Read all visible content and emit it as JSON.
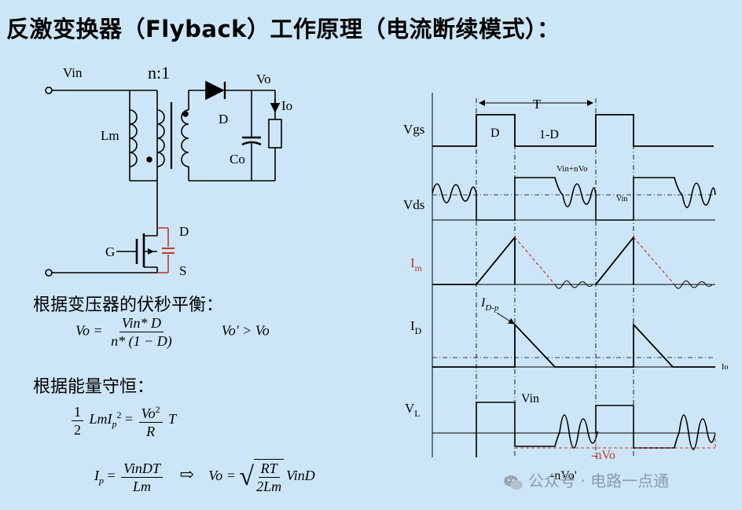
{
  "title": "反激变换器（Flyback）工作原理（电流断续模式）：",
  "circuit": {
    "vin": "Vin",
    "ratio": "n:1",
    "vo": "Vo",
    "io": "Io",
    "diode": "D",
    "lm": "Lm",
    "co": "Co",
    "gate": "G",
    "drain": "D",
    "source": "S"
  },
  "volt_second": {
    "heading": "根据变压器的伏秒平衡：",
    "lhs": "Vo =",
    "num": "Vin* D",
    "den": "n* (1 − D)",
    "rel": "Vo' > Vo"
  },
  "energy": {
    "heading": "根据能量守恒：",
    "half_num": "1",
    "half_den": "2",
    "lm_ip": "LmI",
    "ip_sub": "p",
    "exp": "2",
    "eq": "=",
    "vo_num": "Vo",
    "vo_exp": "2",
    "r_den": "R",
    "t": "T",
    "ip_lhs": "I",
    "ip_lhs_sub": "p",
    "ip_eq": "=",
    "ip_num": "VinDT",
    "ip_den": "Lm",
    "arrow": "⇨",
    "vo_lhs": "Vo =",
    "sqrt_num": "RT",
    "sqrt_den": "2Lm",
    "sqrt_tail": "VinD"
  },
  "waveforms": {
    "period": "T",
    "duty": "D",
    "off_duty": "1-D",
    "vgs": "Vgs",
    "vds": "Vds",
    "vin_nvo": "Vin+nVo",
    "vin_level": "Vin",
    "im": "I",
    "im_sub": "m",
    "id_peak": "I",
    "id_peak_sub": "D-p",
    "id": "I",
    "id_sub": "D",
    "io": "Io",
    "vl": "V",
    "vl_sub": "L",
    "vl_vin": "Vin",
    "vl_neg": "-nVo",
    "vl_neg2": "-nVo'"
  },
  "colors": {
    "background": "#cce6f7",
    "red_accent": "#c0392b",
    "line": "#000000"
  },
  "watermark": "公众号 · 电路一点通"
}
